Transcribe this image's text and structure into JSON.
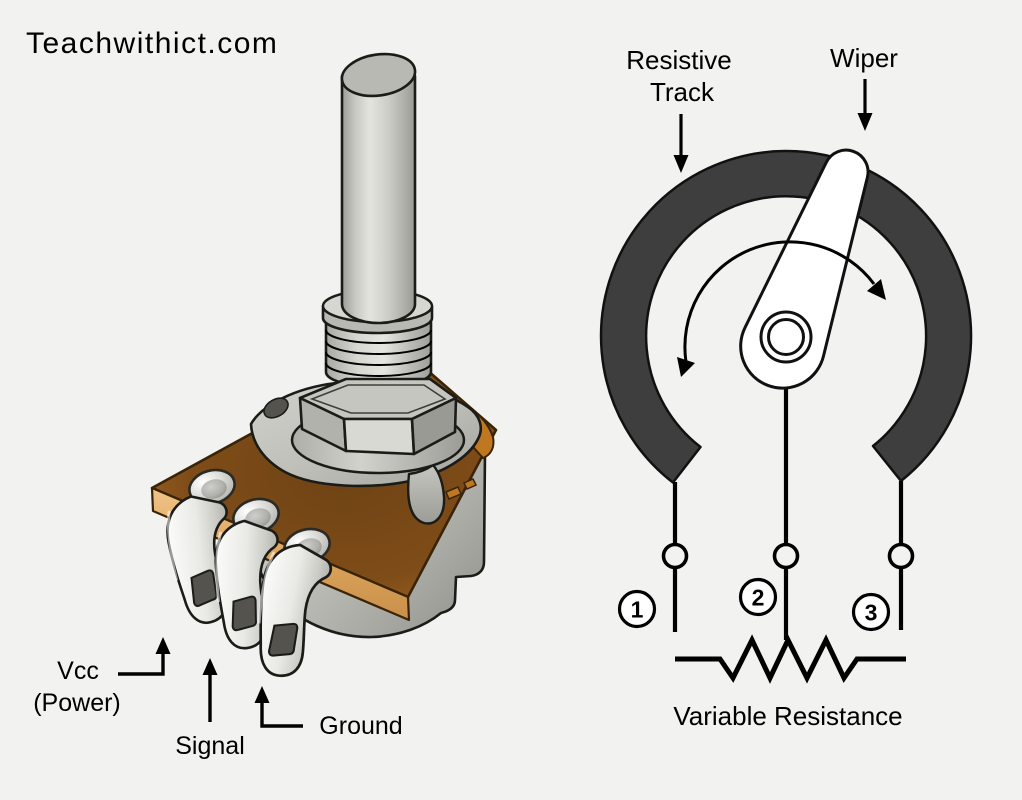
{
  "watermark": "Teachwithict.com",
  "illustration_labels": {
    "vcc": "Vcc",
    "vcc_sub": "(Power)",
    "signal": "Signal",
    "ground": "Ground"
  },
  "schematic": {
    "labels": {
      "resistive_track_line1": "Resistive",
      "resistive_track_line2": "Track",
      "wiper": "Wiper",
      "variable_resistance": "Variable Resistance"
    },
    "terminals": [
      "1",
      "2",
      "3"
    ]
  },
  "colors": {
    "background": "#f2f2f0",
    "track": "#3e3e3e",
    "text": "#000000",
    "watermark": "#8f8f8f",
    "pcb_copper_dark": "#6f4314",
    "pcb_copper_light": "#b5762a",
    "pcb_edge_tan": "#dda45c",
    "metal_light": "#e3e3dd",
    "metal_mid": "#c2c2bd",
    "metal_dark": "#90908b"
  }
}
